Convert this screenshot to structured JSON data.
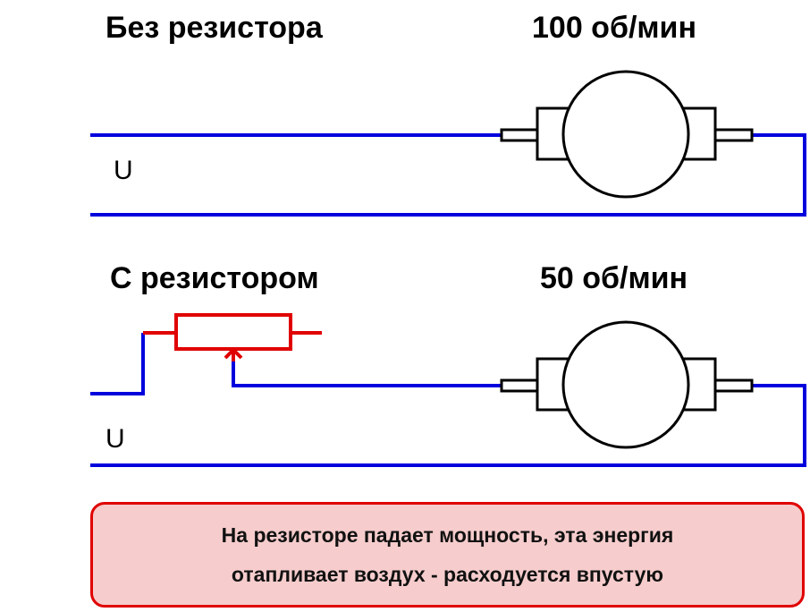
{
  "top": {
    "title": "Без резистора",
    "speed": "100 об/мин",
    "voltage": "U"
  },
  "bottom": {
    "title": "С резистором",
    "speed": "50 об/мин",
    "voltage": "U"
  },
  "note": {
    "line1": "На резисторе падает мощность, эта энергия",
    "line2": "отапливает воздух - расходуется впустую"
  },
  "colors": {
    "wire": "#0000dd",
    "resistor": "#e00000",
    "motor": "#000000",
    "note_border": "#e00000",
    "note_bg": "#f6cccc"
  }
}
